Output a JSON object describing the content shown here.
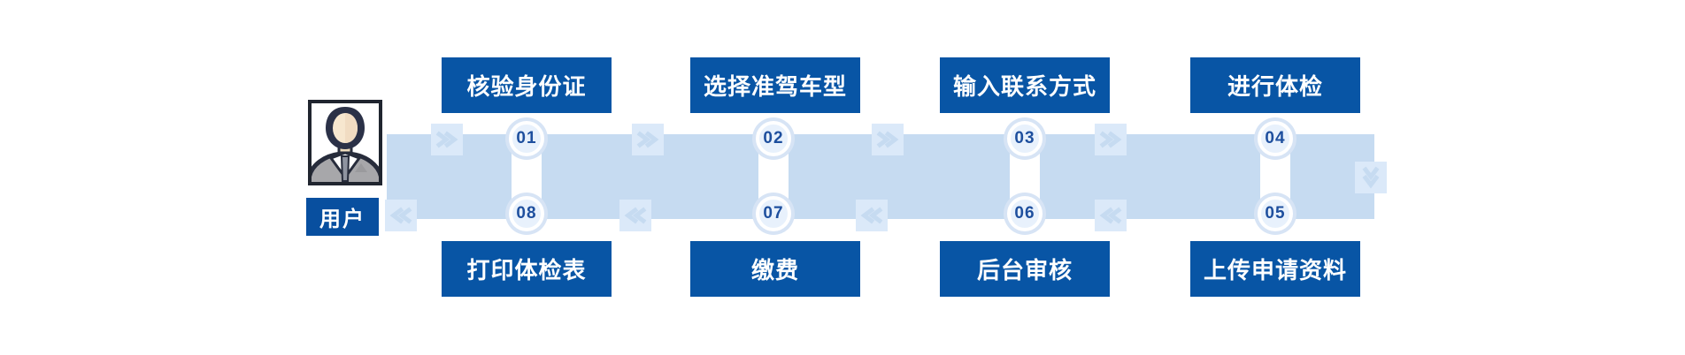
{
  "flow": {
    "user_label": "用户",
    "steps": [
      {
        "num": "01",
        "label": "核验身份证"
      },
      {
        "num": "02",
        "label": "选择准驾车型"
      },
      {
        "num": "03",
        "label": "输入联系方式"
      },
      {
        "num": "04",
        "label": "进行体检"
      },
      {
        "num": "05",
        "label": "上传申请资料"
      },
      {
        "num": "06",
        "label": "后台审核"
      },
      {
        "num": "07",
        "label": "缴费"
      },
      {
        "num": "08",
        "label": "打印体检表"
      }
    ],
    "colors": {
      "step_box": "#0855a5",
      "user_box": "#084f9f",
      "band": "#c6dbf1",
      "arrow_square": "#dbe9f9",
      "circle_ring": "#d7e4f5",
      "circle_fill": "#e8f1fc",
      "number_text": "#1e4f9e"
    },
    "icons": [
      "user-avatar",
      "flow-arrow-right-icon",
      "flow-arrow-left-icon",
      "flow-arrow-down-icon"
    ]
  }
}
